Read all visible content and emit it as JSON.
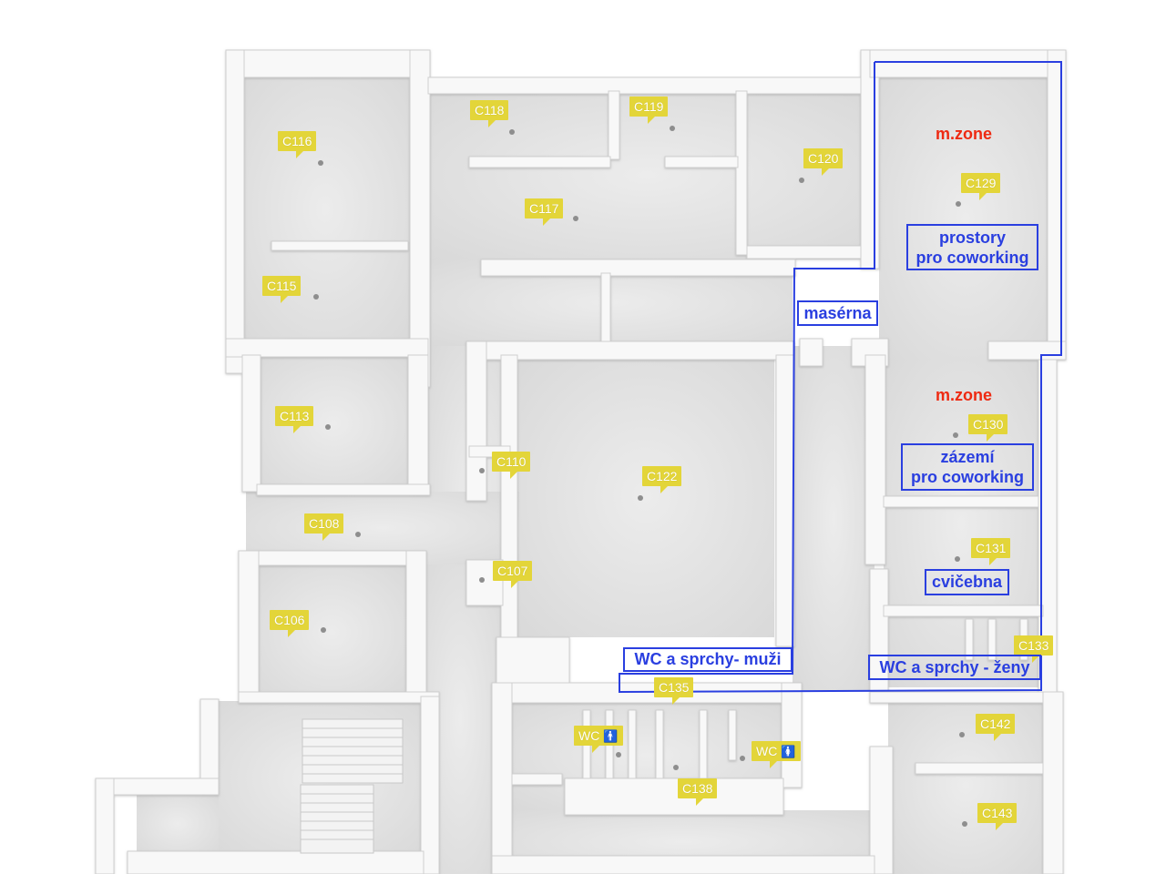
{
  "rooms": {
    "c116": "C116",
    "c118": "C118",
    "c119": "C119",
    "c120": "C120",
    "c117": "C117",
    "c129": "C129",
    "c115": "C115",
    "c113": "C113",
    "c110": "C110",
    "c122": "C122",
    "c130": "C130",
    "c108": "C108",
    "c131": "C131",
    "c107": "C107",
    "c106": "C106",
    "c133": "C133",
    "c135": "C135",
    "c142": "C142",
    "c138": "C138",
    "c143": "C143",
    "wc_men": "WC",
    "wc_women": "WC"
  },
  "zones": {
    "mzone_top": "m.zone",
    "mzone_mid": "m.zone",
    "coworking_line1": "prostory",
    "coworking_line2": "pro coworking",
    "masserna": "masérna",
    "backoffice_line1": "zázemí",
    "backoffice_line2": "pro coworking",
    "gym": "cvičebna",
    "wc_men_label": "WC a sprchy- muži",
    "wc_women_label": "WC a sprchy - ženy"
  },
  "icons": {
    "male": "male-figure-icon",
    "female": "female-figure-icon"
  },
  "colors": {
    "tag": "#e3d539",
    "zone_outline": "#2a3fe0",
    "mzone_text": "#ee2a12",
    "floor": "#e6e6e6",
    "wall": "#f8f8f8"
  }
}
